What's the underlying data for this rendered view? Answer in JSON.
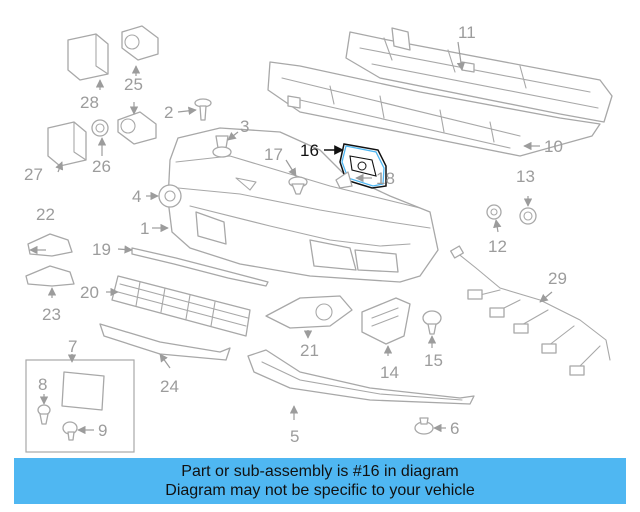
{
  "highlight_color": "#4fb7f2",
  "highlighted_part": "16",
  "callouts": {
    "c1": "1",
    "c2": "2",
    "c3": "3",
    "c4": "4",
    "c5": "5",
    "c6": "6",
    "c7": "7",
    "c8": "8",
    "c9": "9",
    "c10": "10",
    "c11": "11",
    "c12": "12",
    "c13": "13",
    "c14": "14",
    "c15": "15",
    "c16": "16",
    "c17": "17",
    "c18": "18",
    "c19": "19",
    "c20": "20",
    "c21": "21",
    "c22": "22",
    "c23": "23",
    "c24": "24",
    "c25": "25",
    "c26": "26",
    "c27": "27",
    "c28": "28",
    "c29": "29"
  },
  "banner": {
    "line1": "Part or sub-assembly is #16 in diagram",
    "line2": "Diagram may not be specific to your vehicle"
  }
}
